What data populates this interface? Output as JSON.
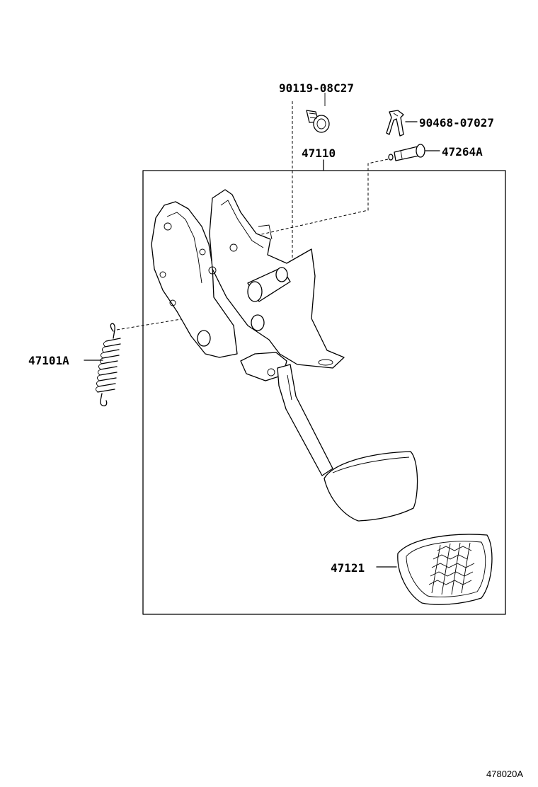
{
  "diagram": {
    "labels": {
      "bolt": "90119-08C27",
      "clip": "90468-07027",
      "pin": "47264A",
      "pedal_assy": "47110",
      "spring": "47101A",
      "pad": "47121"
    },
    "reference_code": "478020A"
  }
}
